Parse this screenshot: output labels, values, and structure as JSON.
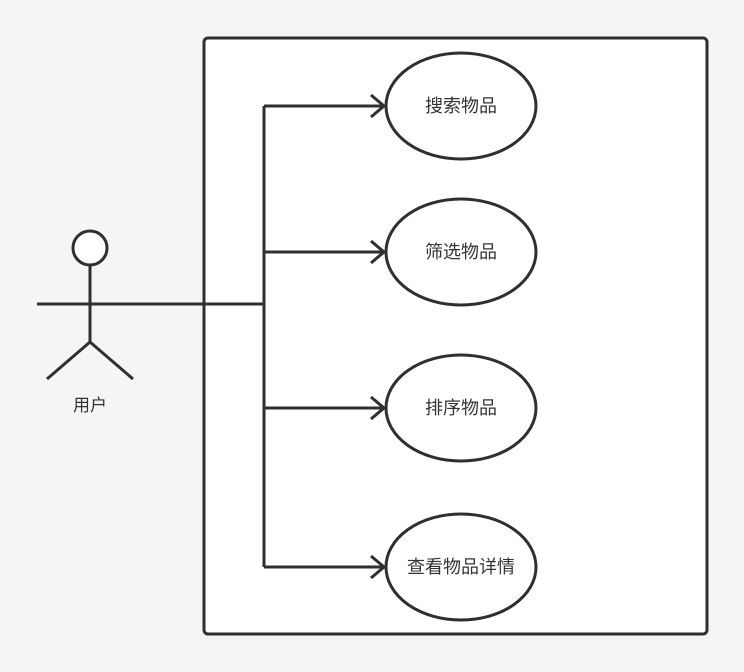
{
  "diagram": {
    "type": "use-case",
    "actor": {
      "label": "用户"
    },
    "use_cases": [
      {
        "label": "搜索物品"
      },
      {
        "label": "筛选物品"
      },
      {
        "label": "排序物品"
      },
      {
        "label": "查看物品详情"
      }
    ],
    "colors": {
      "background": "#f5f5f5",
      "stroke": "#2f2f2f",
      "node_fill": "#ffffff",
      "text": "#333333"
    }
  }
}
